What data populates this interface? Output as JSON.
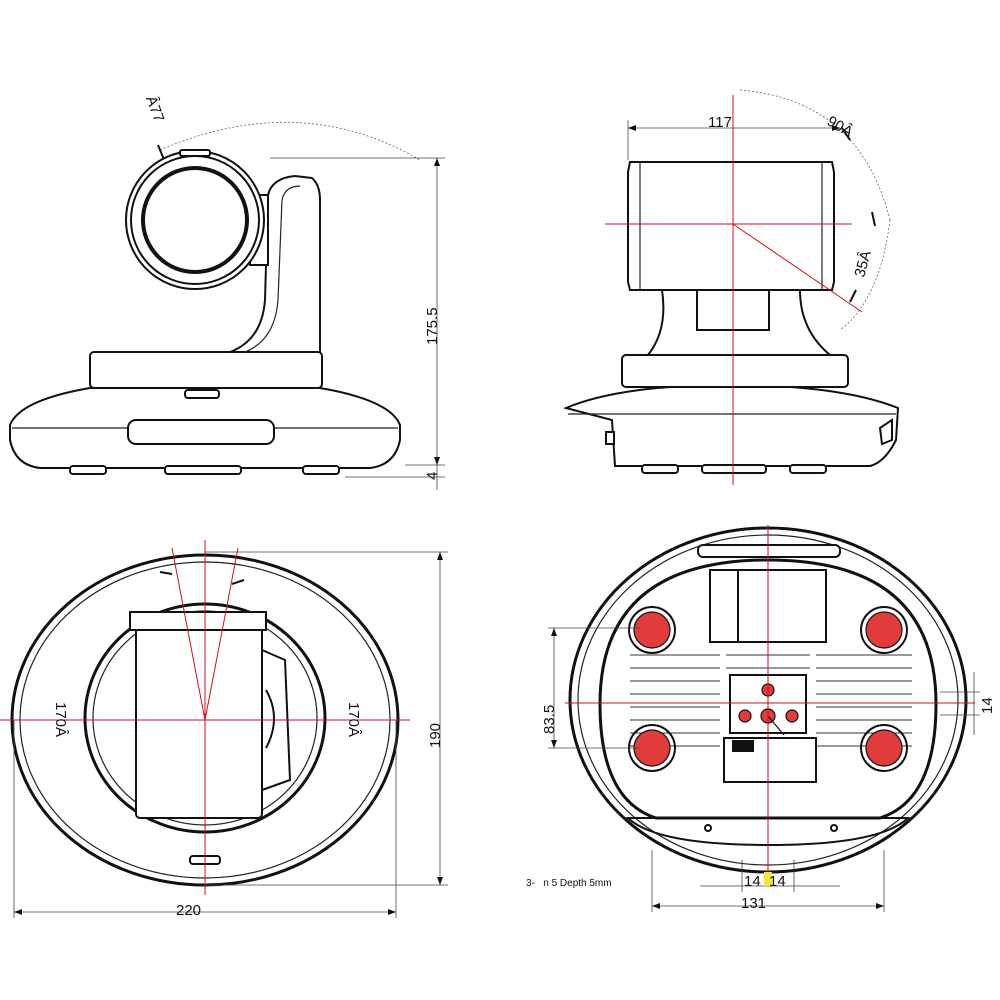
{
  "labels": {
    "front_tilt_angle": "Â77",
    "front_height": "175.5",
    "front_foot": "4",
    "side_width": "117",
    "side_tilt_up": "90Â",
    "side_tilt_down": "35Â",
    "top_pan_left": "170Â",
    "top_pan_right": "170Â",
    "top_depth": "190",
    "top_width": "220",
    "bottom_left_height": "83.5",
    "bottom_right_small": "14",
    "bottom_spacing_left": "14",
    "bottom_spacing_right": "14",
    "bottom_width": "131",
    "hole_note": "3-   n 5 Depth 5mm"
  }
}
